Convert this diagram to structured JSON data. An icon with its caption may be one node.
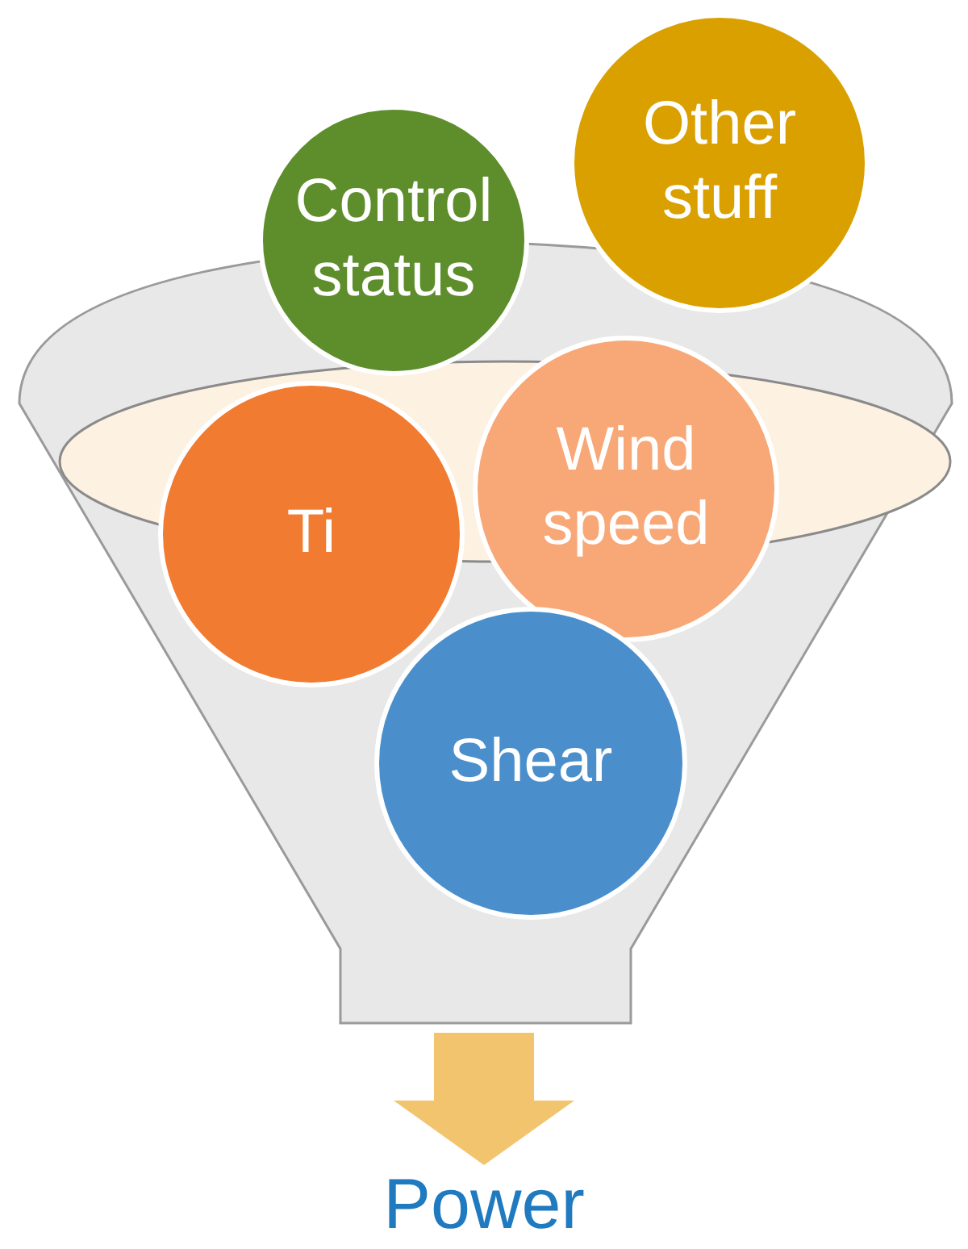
{
  "diagram": {
    "nodes": [
      {
        "text": [],
        "shape": "funnel"
      },
      {
        "text": [
          "Control status"
        ]
      },
      {
        "text": [
          "Other stuff"
        ]
      },
      {
        "text": [
          "Wind speed"
        ],
        "in": 0
      },
      {
        "text": [
          "Ti"
        ],
        "in": 0
      },
      {
        "text": [
          "Shear"
        ],
        "in": 0
      },
      {
        "text": [
          "Power"
        ]
      }
    ],
    "edges": [
      {
        "from": 0,
        "to": 6,
        "arrow": "to"
      }
    ]
  }
}
